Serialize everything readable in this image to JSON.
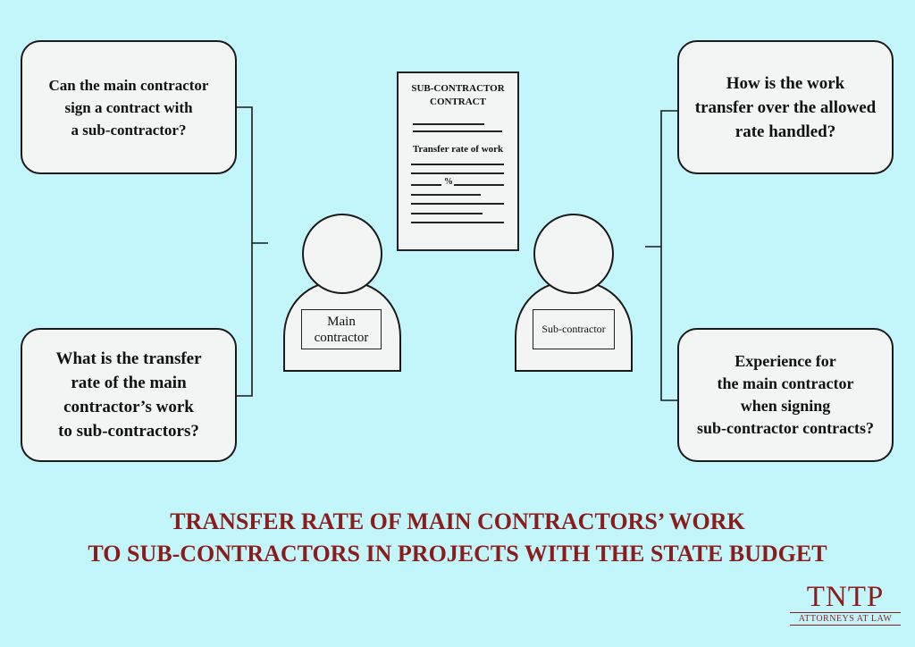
{
  "questions": {
    "top_left": [
      "Can the main contractor",
      "sign a contract with",
      "a sub-contractor?"
    ],
    "bottom_left": [
      "What is the transfer",
      "rate of the main",
      "contractor’s work",
      "to sub-contractors?"
    ],
    "top_right": [
      "How is the work",
      "transfer over the allowed",
      "rate handled?"
    ],
    "bottom_right": [
      "Experience for",
      "the main contractor",
      "when signing",
      "sub-contractor contracts?"
    ]
  },
  "document": {
    "title_line1": "SUB-CONTRACTOR",
    "title_line2": "CONTRACT",
    "subtitle": "Transfer rate of work",
    "percent_symbol": "%"
  },
  "people": {
    "main": [
      "Main",
      "contractor"
    ],
    "sub": "Sub-contractor"
  },
  "title": {
    "line1": "TRANSFER RATE OF MAIN CONTRACTORS’ WORK",
    "line2": "TO SUB-CONTRACTORS IN PROJECTS WITH THE STATE BUDGET"
  },
  "logo": {
    "main": "TNTP",
    "sub": "ATTORNEYS AT LAW"
  },
  "colors": {
    "background": "#c3f6fb",
    "box_fill": "#f3f4f4",
    "title": "#8b1c1c"
  }
}
